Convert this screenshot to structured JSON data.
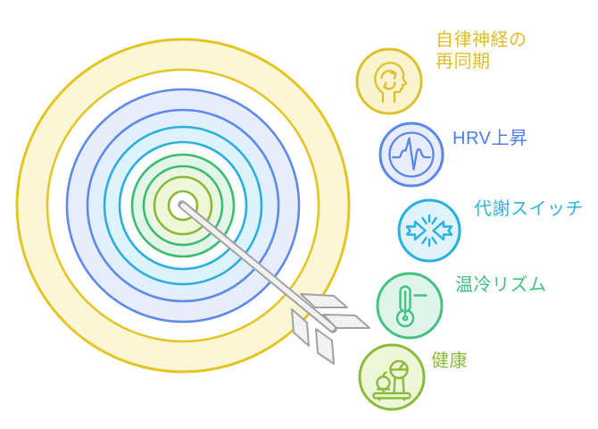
{
  "diagram": {
    "type": "bullseye-target-with-arrow-and-benefit-list",
    "background": "#ffffff",
    "target": {
      "description": "concentric-rings-target",
      "rings": [
        {
          "stroke": "#e3c624",
          "fill": "#fbf6d5"
        },
        {
          "stroke": "#e3c624",
          "fill": "#ffffff"
        },
        {
          "stroke": "#5e8ae9",
          "fill": "#e9edfb"
        },
        {
          "stroke": "#5e8ae9",
          "fill": "#e3effc"
        },
        {
          "stroke": "#2bafdf",
          "fill": "#def2fa"
        },
        {
          "stroke": "#2bafdf",
          "fill": "#fafdfc"
        },
        {
          "stroke": "#3cbb73",
          "fill": "#e2f5e8"
        },
        {
          "stroke": "#3cbb73",
          "fill": "#eaf6e1"
        },
        {
          "stroke": "#8aba35",
          "fill": "#eef7d7"
        },
        {
          "stroke": "#8aba35",
          "fill": "#ffffff"
        }
      ]
    },
    "arrow": {
      "stroke": "#a2a2a2",
      "fill": "#f2f2f2",
      "shaft_highlight": "#f1f1f1"
    },
    "benefits": [
      {
        "label": "自律神経の再同期",
        "label_lines": [
          "自律神経の",
          "再同期"
        ],
        "icon": "head-sync-icon",
        "circle_stroke": "#dcc32d",
        "circle_fill": "#faf3cf",
        "label_color": "#dfbe2b"
      },
      {
        "label": "HRV上昇",
        "icon": "hrv-waveform-icon",
        "circle_stroke": "#5b87e8",
        "circle_fill": "#e8edfb",
        "label_color": "#4a80e8"
      },
      {
        "label": "代謝スイッチ",
        "icon": "metabolic-switch-icon",
        "circle_stroke": "#29b0dd",
        "circle_fill": "#e0f3fa",
        "label_color": "#30b4dc"
      },
      {
        "label": "温冷リズム",
        "icon": "thermometer-icon",
        "circle_stroke": "#45c182",
        "circle_fill": "#dff5e9",
        "label_color": "#3ec07b"
      },
      {
        "label": "健康",
        "icon": "health-scale-icon",
        "circle_stroke": "#8abb3c",
        "circle_fill": "#eef6d8",
        "label_color": "#8aba3b"
      }
    ]
  }
}
